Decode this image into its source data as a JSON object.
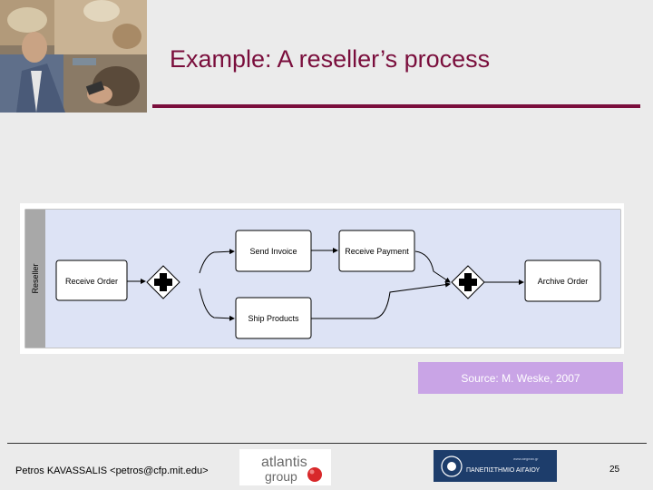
{
  "slide": {
    "title": "Example: A reseller’s process",
    "page_number": "25"
  },
  "diagram": {
    "lane_label": "Reseller",
    "tasks": {
      "receive_order": "Receive Order",
      "send_invoice": "Send Invoice",
      "receive_payment": "Receive Payment",
      "ship_products": "Ship Products",
      "archive_order": "Archive Order"
    }
  },
  "source": "Source: M. Weske, 2007",
  "footer": {
    "author": "Petros KAVASSALIS <petros@cfp.mit.edu>",
    "atlantis_logo": "atlantis group",
    "university_logo": "ΠΑΝΕΠΙΣΤΗΜΙΟ ΑΙΓΑΙΟΥ"
  },
  "colors": {
    "title": "#7a0e3c",
    "accent_rule": "#7a0e3c",
    "source_box": "#c9a4e6",
    "lane_background": "#dde3f5",
    "logo_red": "#d8282a"
  }
}
